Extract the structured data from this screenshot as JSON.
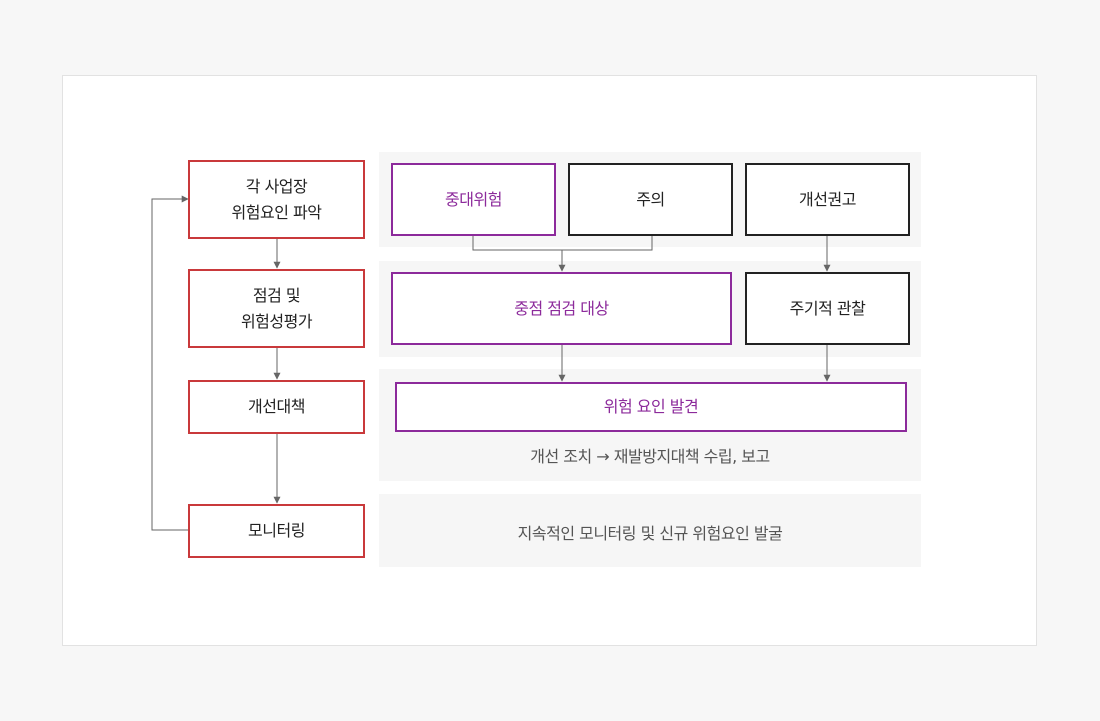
{
  "steps": [
    "각 사업장\n위험요인 파악",
    "점검 및\n위험성평가",
    "개선대책",
    "모니터링"
  ],
  "row1": {
    "major": "중대위험",
    "caution": "주의",
    "advice": "개선권고"
  },
  "row2": {
    "focus": "중점 점검 대상",
    "periodic": "주기적 관찰"
  },
  "row3": {
    "found": "위험 요인 발견",
    "action": "개선 조치 → 재발방지대책 수립, 보고"
  },
  "row4": {
    "monitor": "지속적인 모니터링 및 신규 위험요인 발굴"
  },
  "colors": {
    "step_border": "#c9393b",
    "highlight": "#8c2a9b",
    "neutral_border": "#222222",
    "connector": "#666666"
  }
}
